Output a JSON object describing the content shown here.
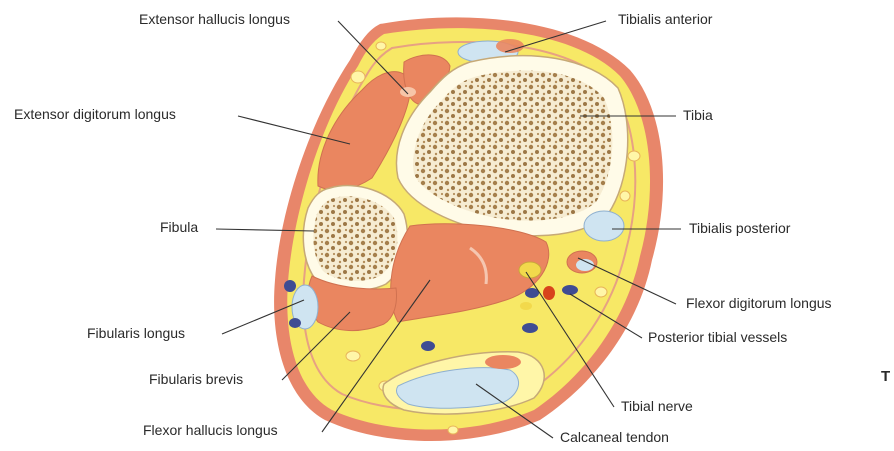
{
  "labels": {
    "extensor_hallucis_longus": "Extensor hallucis longus",
    "tibialis_anterior": "Tibialis anterior",
    "extensor_digitorum_longus": "Extensor digitorum longus",
    "tibia": "Tibia",
    "fibula": "Fibula",
    "tibialis_posterior": "Tibialis posterior",
    "flexor_digitorum_longus": "Flexor digitorum longus",
    "fibularis_longus": "Fibularis longus",
    "posterior_tibial_vessels": "Posterior tibial vessels",
    "fibularis_brevis": "Fibularis brevis",
    "tibial_nerve": "Tibial nerve",
    "flexor_hallucis_longus": "Flexor hallucis longus",
    "calcaneal_tendon": "Calcaneal tendon",
    "cropped_letter": "T"
  },
  "colors": {
    "skin": "#e8866a",
    "fat": "#f7e866",
    "muscle": "#ea8660",
    "muscle_light": "#f2a07a",
    "bone_rim": "#fffbe8",
    "spongy_bone": "#b08a55",
    "tendon": "#cfe4f1",
    "vein": "#3f4c93",
    "artery": "#d8431c",
    "nerve": "#f2d94c",
    "leader_line": "#333333"
  }
}
